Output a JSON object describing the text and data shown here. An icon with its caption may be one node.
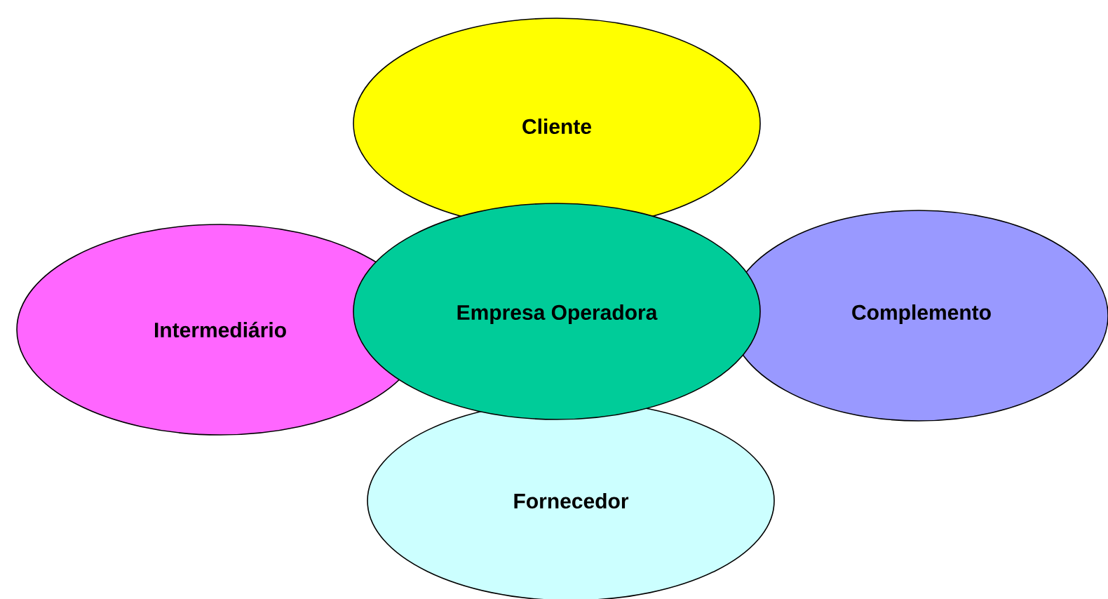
{
  "diagram": {
    "nodes": [
      {
        "text": [
          "Cliente"
        ]
      },
      {
        "text": [
          "Intermediário"
        ]
      },
      {
        "text": [
          "Empresa Operadora"
        ]
      },
      {
        "text": [
          "Complemento"
        ]
      },
      {
        "text": [
          "Fornecedor"
        ]
      }
    ]
  }
}
